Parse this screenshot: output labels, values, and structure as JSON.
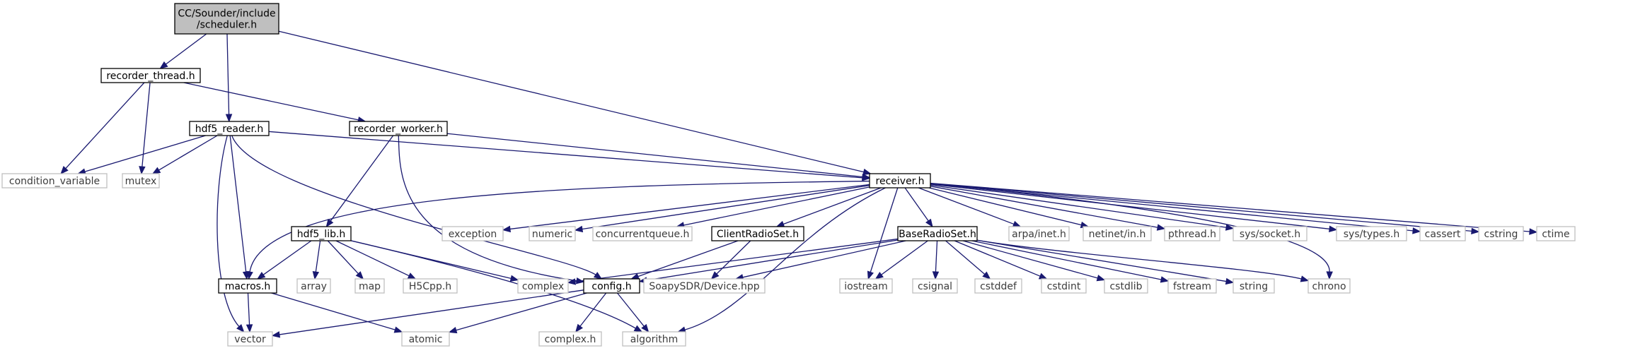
{
  "graph": {
    "colors": {
      "edge": "#191970",
      "root_fill": "#bfbfbf",
      "external_border": "#bfbfbf",
      "local_border": "#000000"
    },
    "nodes": [
      {
        "id": "scheduler",
        "lines": [
          "CC/Sounder/include",
          "/scheduler.h"
        ],
        "kind": "root"
      },
      {
        "id": "recorder_thread",
        "lines": [
          "recorder_thread.h"
        ],
        "kind": "local"
      },
      {
        "id": "hdf5_reader",
        "lines": [
          "hdf5_reader.h"
        ],
        "kind": "local"
      },
      {
        "id": "recorder_worker",
        "lines": [
          "recorder_worker.h"
        ],
        "kind": "local"
      },
      {
        "id": "receiver",
        "lines": [
          "receiver.h"
        ],
        "kind": "local"
      },
      {
        "id": "condition_variable",
        "lines": [
          "condition_variable"
        ],
        "kind": "external"
      },
      {
        "id": "mutex",
        "lines": [
          "mutex"
        ],
        "kind": "external"
      },
      {
        "id": "hdf5_lib",
        "lines": [
          "hdf5_lib.h"
        ],
        "kind": "local"
      },
      {
        "id": "exception",
        "lines": [
          "exception"
        ],
        "kind": "external"
      },
      {
        "id": "numeric",
        "lines": [
          "numeric"
        ],
        "kind": "external"
      },
      {
        "id": "concurrentqueue",
        "lines": [
          "concurrentqueue.h"
        ],
        "kind": "external"
      },
      {
        "id": "ClientRadioSet",
        "lines": [
          "ClientRadioSet.h"
        ],
        "kind": "local"
      },
      {
        "id": "BaseRadioSet",
        "lines": [
          "BaseRadioSet.h"
        ],
        "kind": "local"
      },
      {
        "id": "arpa_inet",
        "lines": [
          "arpa/inet.h"
        ],
        "kind": "external"
      },
      {
        "id": "netinet_in",
        "lines": [
          "netinet/in.h"
        ],
        "kind": "external"
      },
      {
        "id": "pthread",
        "lines": [
          "pthread.h"
        ],
        "kind": "external"
      },
      {
        "id": "sys_socket",
        "lines": [
          "sys/socket.h"
        ],
        "kind": "external"
      },
      {
        "id": "sys_types",
        "lines": [
          "sys/types.h"
        ],
        "kind": "external"
      },
      {
        "id": "cassert",
        "lines": [
          "cassert"
        ],
        "kind": "external"
      },
      {
        "id": "cstring",
        "lines": [
          "cstring"
        ],
        "kind": "external"
      },
      {
        "id": "ctime",
        "lines": [
          "ctime"
        ],
        "kind": "external"
      },
      {
        "id": "macros",
        "lines": [
          "macros.h"
        ],
        "kind": "local"
      },
      {
        "id": "array",
        "lines": [
          "array"
        ],
        "kind": "external"
      },
      {
        "id": "map",
        "lines": [
          "map"
        ],
        "kind": "external"
      },
      {
        "id": "H5Cpp",
        "lines": [
          "H5Cpp.h"
        ],
        "kind": "external"
      },
      {
        "id": "complex",
        "lines": [
          "complex"
        ],
        "kind": "external"
      },
      {
        "id": "config",
        "lines": [
          "config.h"
        ],
        "kind": "local"
      },
      {
        "id": "SoapySDR_Device",
        "lines": [
          "SoapySDR/Device.hpp"
        ],
        "kind": "external"
      },
      {
        "id": "iostream",
        "lines": [
          "iostream"
        ],
        "kind": "external"
      },
      {
        "id": "csignal",
        "lines": [
          "csignal"
        ],
        "kind": "external"
      },
      {
        "id": "cstddef",
        "lines": [
          "cstddef"
        ],
        "kind": "external"
      },
      {
        "id": "cstdint",
        "lines": [
          "cstdint"
        ],
        "kind": "external"
      },
      {
        "id": "cstdlib",
        "lines": [
          "cstdlib"
        ],
        "kind": "external"
      },
      {
        "id": "fstream",
        "lines": [
          "fstream"
        ],
        "kind": "external"
      },
      {
        "id": "string",
        "lines": [
          "string"
        ],
        "kind": "external"
      },
      {
        "id": "chrono",
        "lines": [
          "chrono"
        ],
        "kind": "external"
      },
      {
        "id": "vector",
        "lines": [
          "vector"
        ],
        "kind": "external"
      },
      {
        "id": "atomic",
        "lines": [
          "atomic"
        ],
        "kind": "external"
      },
      {
        "id": "complex_h",
        "lines": [
          "complex.h"
        ],
        "kind": "external"
      },
      {
        "id": "algorithm",
        "lines": [
          "algorithm"
        ],
        "kind": "external"
      }
    ],
    "edges": [
      {
        "from": "scheduler",
        "to": "recorder_thread"
      },
      {
        "from": "scheduler",
        "to": "hdf5_reader"
      },
      {
        "from": "scheduler",
        "to": "receiver"
      },
      {
        "from": "recorder_thread",
        "to": "recorder_worker"
      },
      {
        "from": "recorder_thread",
        "to": "condition_variable"
      },
      {
        "from": "recorder_thread",
        "to": "mutex"
      },
      {
        "from": "hdf5_reader",
        "to": "receiver"
      },
      {
        "from": "hdf5_reader",
        "to": "condition_variable"
      },
      {
        "from": "hdf5_reader",
        "to": "mutex"
      },
      {
        "from": "hdf5_reader",
        "to": "macros"
      },
      {
        "from": "hdf5_reader",
        "to": "config"
      },
      {
        "from": "hdf5_reader",
        "to": "vector"
      },
      {
        "from": "recorder_worker",
        "to": "receiver"
      },
      {
        "from": "recorder_worker",
        "to": "hdf5_lib"
      },
      {
        "from": "recorder_worker",
        "to": "config"
      },
      {
        "from": "receiver",
        "to": "exception"
      },
      {
        "from": "receiver",
        "to": "numeric"
      },
      {
        "from": "receiver",
        "to": "concurrentqueue"
      },
      {
        "from": "receiver",
        "to": "ClientRadioSet"
      },
      {
        "from": "receiver",
        "to": "BaseRadioSet"
      },
      {
        "from": "receiver",
        "to": "arpa_inet"
      },
      {
        "from": "receiver",
        "to": "netinet_in"
      },
      {
        "from": "receiver",
        "to": "pthread"
      },
      {
        "from": "receiver",
        "to": "sys_socket"
      },
      {
        "from": "receiver",
        "to": "sys_types"
      },
      {
        "from": "receiver",
        "to": "cassert"
      },
      {
        "from": "receiver",
        "to": "cstring"
      },
      {
        "from": "receiver",
        "to": "ctime"
      },
      {
        "from": "receiver",
        "to": "macros"
      },
      {
        "from": "receiver",
        "to": "iostream"
      },
      {
        "from": "receiver",
        "to": "chrono"
      },
      {
        "from": "receiver",
        "to": "algorithm"
      },
      {
        "from": "hdf5_lib",
        "to": "macros"
      },
      {
        "from": "hdf5_lib",
        "to": "array"
      },
      {
        "from": "hdf5_lib",
        "to": "map"
      },
      {
        "from": "hdf5_lib",
        "to": "H5Cpp"
      },
      {
        "from": "hdf5_lib",
        "to": "complex"
      },
      {
        "from": "hdf5_lib",
        "to": "algorithm"
      },
      {
        "from": "ClientRadioSet",
        "to": "config"
      },
      {
        "from": "ClientRadioSet",
        "to": "SoapySDR_Device"
      },
      {
        "from": "BaseRadioSet",
        "to": "config"
      },
      {
        "from": "BaseRadioSet",
        "to": "complex"
      },
      {
        "from": "BaseRadioSet",
        "to": "SoapySDR_Device"
      },
      {
        "from": "BaseRadioSet",
        "to": "iostream"
      },
      {
        "from": "BaseRadioSet",
        "to": "csignal"
      },
      {
        "from": "BaseRadioSet",
        "to": "cstddef"
      },
      {
        "from": "BaseRadioSet",
        "to": "cstdint"
      },
      {
        "from": "BaseRadioSet",
        "to": "cstdlib"
      },
      {
        "from": "BaseRadioSet",
        "to": "fstream"
      },
      {
        "from": "BaseRadioSet",
        "to": "string"
      },
      {
        "from": "BaseRadioSet",
        "to": "chrono"
      },
      {
        "from": "macros",
        "to": "vector"
      },
      {
        "from": "macros",
        "to": "atomic"
      },
      {
        "from": "config",
        "to": "vector"
      },
      {
        "from": "config",
        "to": "atomic"
      },
      {
        "from": "config",
        "to": "complex_h"
      },
      {
        "from": "config",
        "to": "algorithm"
      }
    ]
  }
}
